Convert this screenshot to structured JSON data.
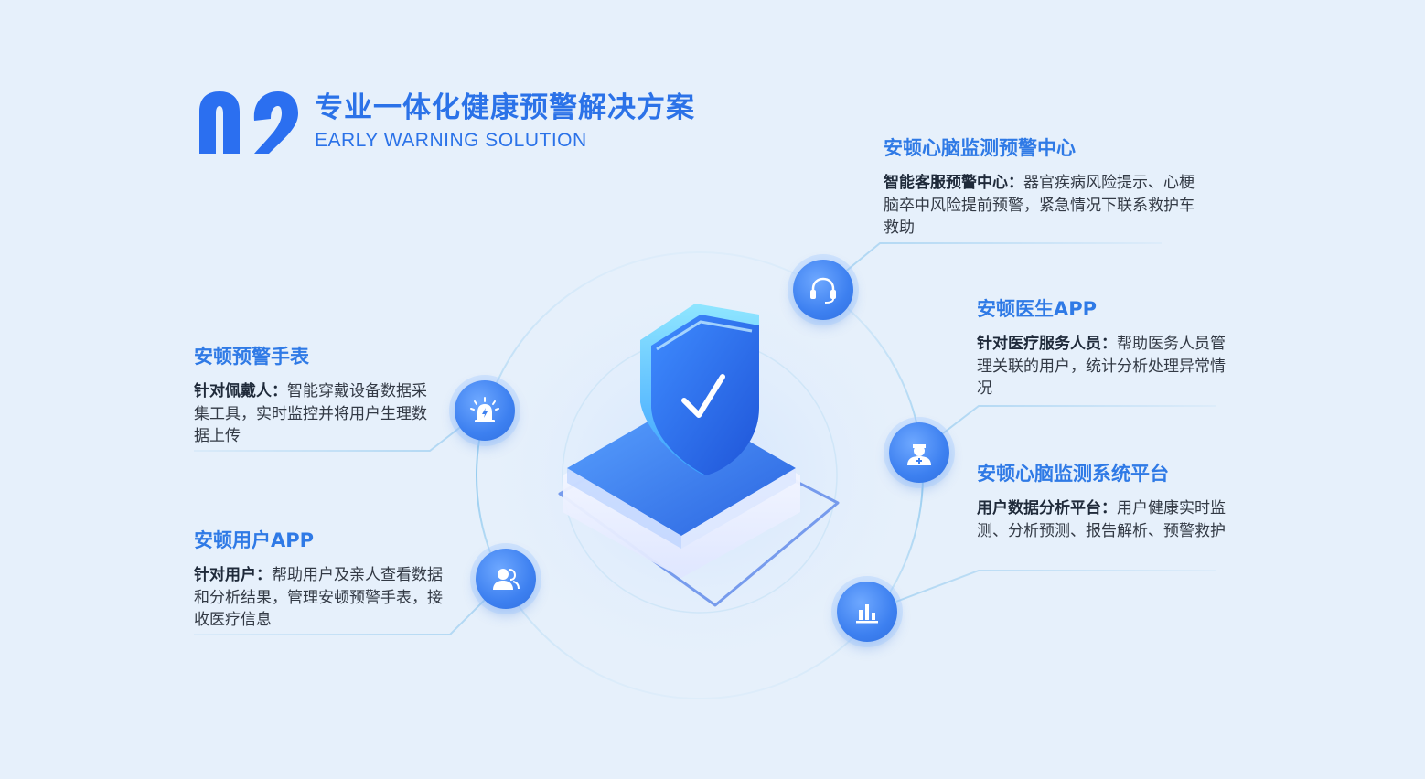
{
  "header": {
    "number": "02",
    "title_cn": "专业一体化健康预警解决方案",
    "title_en": "EARLY WARNING SOLUTION"
  },
  "blocks": {
    "watch": {
      "title": "安顿预警手表",
      "lead": "针对佩戴人：",
      "desc": "智能穿戴设备数据采集工具，实时监控并将用户生理数据上传"
    },
    "user_app": {
      "title": "安顿用户APP",
      "lead": "针对用户：",
      "desc": "帮助用户及亲人查看数据和分析结果，管理安顿预警手表，接收医疗信息"
    },
    "center": {
      "title": "安顿心脑监测预警中心",
      "lead": "智能客服预警中心：",
      "desc": "器官疾病风险提示、心梗脑卒中风险提前预警，紧急情况下联系救护车救助"
    },
    "doctor_app": {
      "title": "安顿医生APP",
      "lead": "针对医疗服务人员：",
      "desc": "帮助医务人员管理关联的用户，统计分析处理异常情况"
    },
    "platform": {
      "title": "安顿心脑监测系统平台",
      "lead": "用户数据分析平台：",
      "desc": "用户健康实时监测、分析预测、报告解析、预警救护"
    }
  },
  "icons": [
    "alarm-icon",
    "users-icon",
    "headset-icon",
    "doctor-icon",
    "bar-chart-icon",
    "shield-check-icon"
  ],
  "colors": {
    "accent": "#2f7ae6",
    "background": "#e6f0fb",
    "text": "#333a45"
  }
}
